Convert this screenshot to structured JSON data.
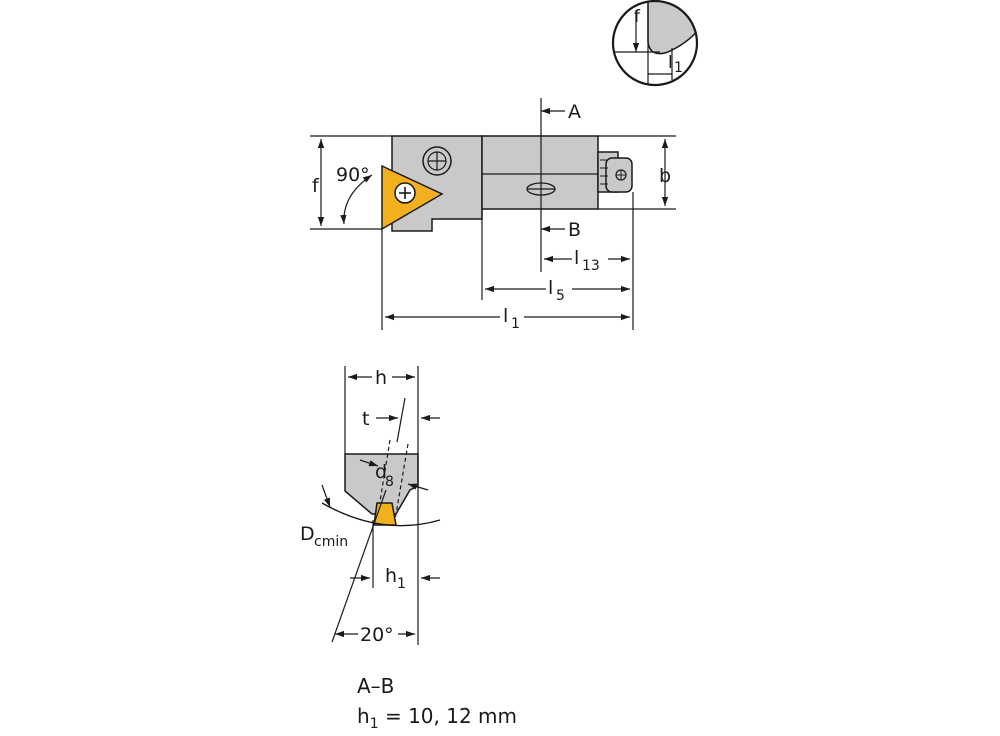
{
  "colors": {
    "body": "#c9c9c9",
    "insert": "#f2b01e",
    "line": "#1a1a1a",
    "background": "#ffffff"
  },
  "labels": {
    "f": "f",
    "l": "l",
    "one": "1",
    "thirteen": "13",
    "five": "5",
    "eight": "8",
    "angle90": "90°",
    "a": "A",
    "b_section": "B",
    "b": "b",
    "h": "h",
    "t": "t",
    "d": "d",
    "dc": "D",
    "cmin": "cmin",
    "angle20": "20°"
  },
  "caption": {
    "section": "A–B",
    "h_var": "h",
    "h_sub": "1",
    "h_value": " = 10, 12 mm"
  }
}
